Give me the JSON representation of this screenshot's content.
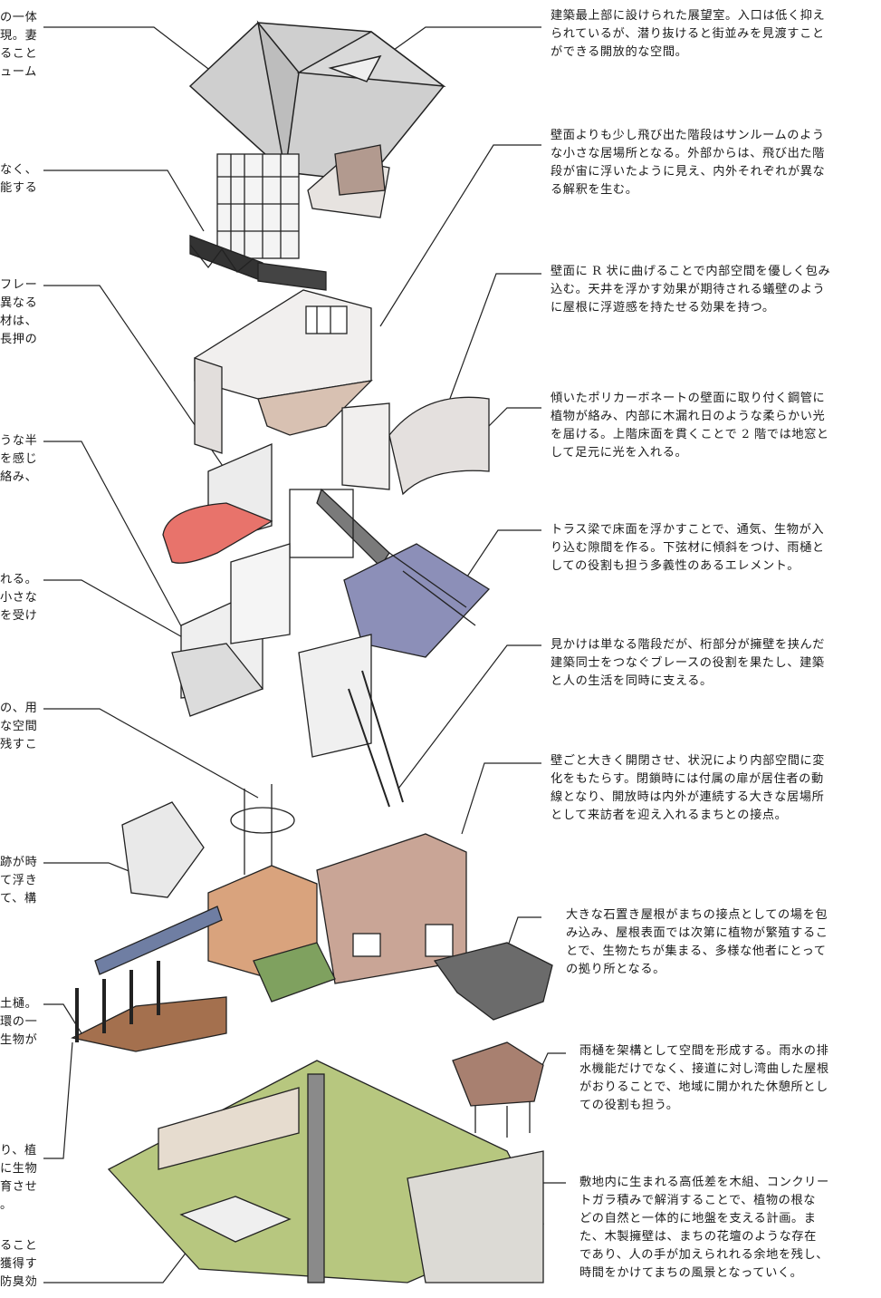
{
  "annotations_right": [
    "建築最上部に設けられた展望室。入口は低く抑え\nられているが、潜り抜けると街並みを見渡すこと\nができる開放的な空間。",
    "壁面よりも少し飛び出た階段はサンルームのよう\nな小さな居場所となる。外部からは、飛び出た階\n段が宙に浮いたように見え、内外それぞれが異な\nる解釈を生む。",
    "壁面に R 状に曲げることで内部空間を優しく包み\n込む。天井を浮かす効果が期待される蟻壁のよう\nに屋根に浮遊感を持たせる効果を持つ。",
    "傾いたポリカーボネートの壁面に取り付く鋼管に\n植物が絡み、内部に木漏れ日のような柔らかい光\nを届ける。上階床面を貫くことで 2 階では地窓と\nして足元に光を入れる。",
    "トラス梁で床面を浮かすことで、通気、生物が入\nり込む隙間を作る。下弦材に傾斜をつけ、雨樋と\nしての役割も担う多義性のあるエレメント。",
    "見かけは単なる階段だが、桁部分が擁壁を挟んだ\n建築同士をつなぐブレースの役割を果たし、建築\nと人の生活を同時に支える。",
    "壁ごと大きく開閉させ、状況により内部空間に変\n化をもたらす。閉鎖時には付属の扉が居住者の動\n線となり、開放時は内外が連続する大きな居場所\nとして来訪者を迎え入れるまちとの接点。",
    "大きな石置き屋根がまちの接点としての場を包\nみ込み、屋根表面では次第に植物が繁殖するこ\nとで、生物たちが集まる、多様な他者にとって\nの拠り所となる。",
    "雨樋を架構として空間を形成する。雨水の排\n水機能だけでなく、接道に対し湾曲した屋根\nがおりることで、地域に開かれた休憩所とし\nての役割も担う。",
    "敷地内に生まれる高低差を木組、コンクリー\nトガラ積みで解消することで、植物の根な\nどの自然と一体的に地盤を支える計画。ま\nた、木製擁壁は、まちの花壇のような存在\nであり、人の手が加えられれる余地を残し、\n時間をかけてまちの風景となっていく。"
  ],
  "annotations_left": [
    "の一体\n現。妻\nること\nューム",
    "なく、\n能する",
    "フレー\n異なる\n材は、\n長押の",
    "うな半\nを感じ\n絡み、",
    "れる。\n小さな\nを受け",
    "の、用\nな空間\n残すこ",
    "跡が時\nて浮き\nて、構",
    "土樋。\n環の一\n生物が",
    "り、植\nに生物\n育させ\n。",
    "ること\n獲得す\n防臭効"
  ],
  "colors": {
    "text": "#1a1a1a",
    "leader_line": "#222222",
    "roof_grey": "#cfcfcf",
    "floor_red": "#e8736b",
    "polycarbonate_blue": "#8c8fb8",
    "slope_blue": "#6f7ea3",
    "wood_brown": "#a4704e",
    "wall_pink": "#c9a596",
    "grass_green": "#b7c77f",
    "stone_roof": "#6b6b6b"
  }
}
